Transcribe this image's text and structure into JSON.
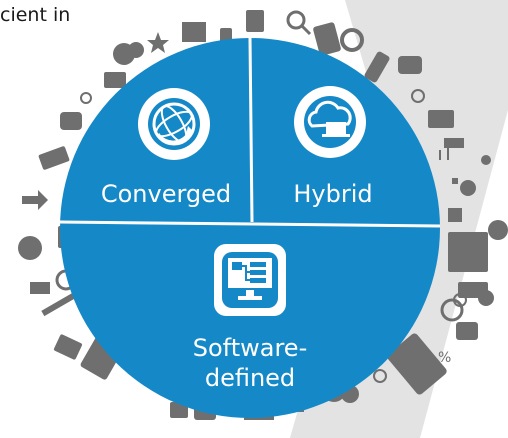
{
  "header": {
    "partial_text": "cient in"
  },
  "segments": {
    "converged": {
      "label": "Converged",
      "icon": "converged-globe-icon"
    },
    "hybrid": {
      "label": "Hybrid",
      "icon": "cloud-laptop-icon"
    },
    "software_defined": {
      "label_line1": "Software-",
      "label_line2": "defined",
      "icon": "monitor-diagram-icon"
    }
  },
  "colors": {
    "circle": "#1589c8",
    "band": "#e3e3e3",
    "icon_gray": "#6f6f6f",
    "divider": "#ffffff"
  }
}
